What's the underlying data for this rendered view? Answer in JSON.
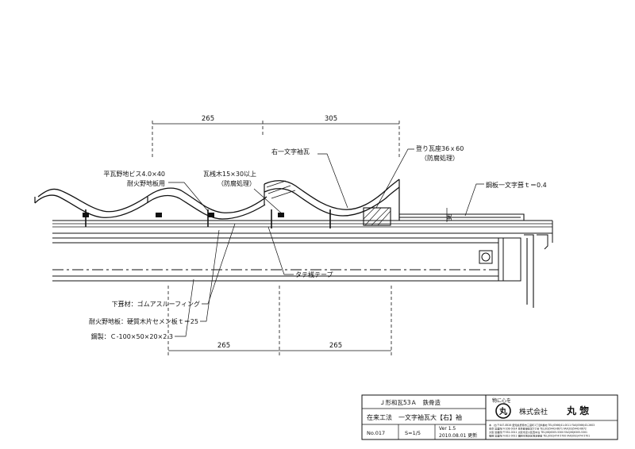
{
  "drawing": {
    "dimensions": {
      "top_left": "265",
      "top_right": "305",
      "bottom_left": "265",
      "bottom_right": "265",
      "small_height": "36"
    },
    "labels": {
      "screw": "平瓦野地ビス4.0×40",
      "screw_sub": "耐火野地板用",
      "batten": "瓦桟木15×30以上",
      "batten_sub": "（防腐処理）",
      "right_tile": "右一文字袖瓦",
      "seat": "登り瓦座36ｘ60",
      "seat_sub": "（防腐処理）",
      "steel_cover": "鋼板一文字葺ｔ＝0.4",
      "tape": "タテ桟テープ",
      "underlay": "下葺材：ゴムアスルーフィング",
      "board": "耐火野地板：硬質木片セメン板ｔ＝25",
      "purlin": "鋼製：Ｃ-100×50×20×2.3"
    }
  },
  "title_block": {
    "project": "Ｊ形和瓦53Ａ　鉄骨造",
    "method": "在来工法　一文字袖瓦大【右】袖",
    "number": "No.017",
    "scale": "S=1/5",
    "version": "Ver 1.5",
    "date_note": "2010.08.01 更新",
    "logo_caption": "物に心を",
    "logo_mark": "丸",
    "company_prefix": "株式会社",
    "company_name": "丸 惣",
    "addresses": [
      "本　社/〒447-8526 愛知県碧南市三度町1丁目6番地  TEL(0566)41-0011 FAX(0566)43-2603",
      "東京 営業所/〒108-0014 東京都港区芝5丁目 TEL(03)5443-6671 FAX(03)5443-6672",
      "大阪 営業所/〒532-0011 大阪市淀川区西中島 TEL(06)6305-5300 FAX(06)6305-5301",
      "福岡 営業所/〒812-0011 福岡市博多区博多駅前 TEL(092)474-5700 FAX(092)474-5701"
    ]
  }
}
